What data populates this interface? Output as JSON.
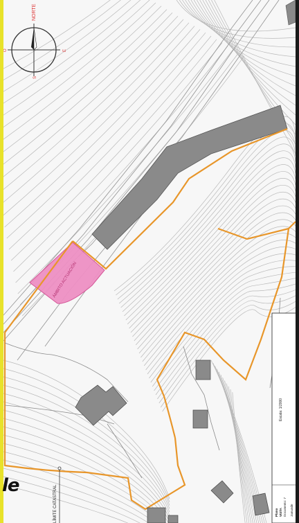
{
  "compass": {
    "north_label": "NORTE",
    "east_label": "E",
    "west_label": "O",
    "south_label": "S"
  },
  "zones": {
    "actuation_label": "ÁMBITO ACTUACIÓN"
  },
  "labels": {
    "cadastral_line": "LÍMITE CATASTRAL"
  },
  "title_block": {
    "scale_label": "Escala: 1/2000",
    "plan_label": "Plano",
    "plan_sub": "VISTA",
    "sheet_label": "Documento: 7",
    "extra": "Jamunde"
  },
  "overlay_text": "le",
  "colors": {
    "parcel_line": "#e8962a",
    "actuation_fill": "#ee90c4",
    "building_fill": "#8a8a8a",
    "contour": "#b5b5b5",
    "frame_yellow": "#e8e22a"
  }
}
